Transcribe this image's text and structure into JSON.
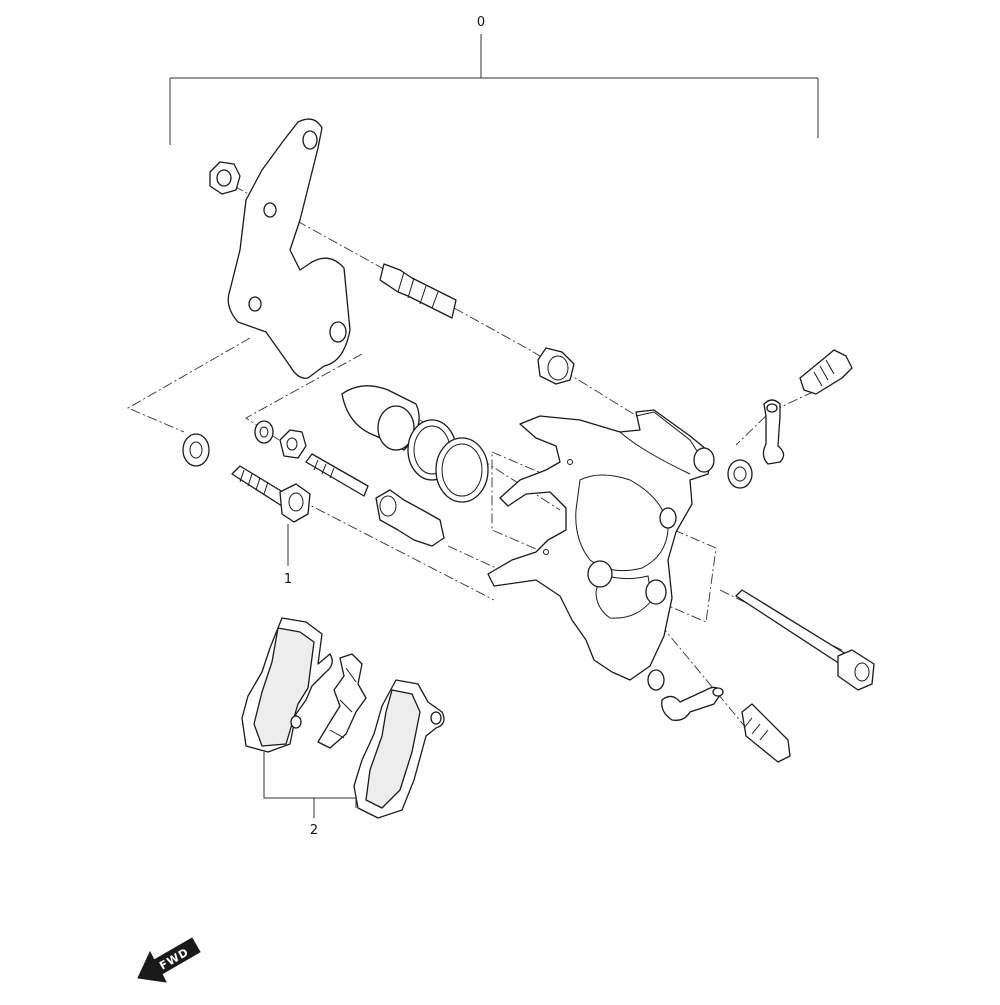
{
  "diagram": {
    "callouts": [
      {
        "id": "assembly",
        "label": "0"
      },
      {
        "id": "bolt",
        "label": "1"
      },
      {
        "id": "pad-set",
        "label": "2"
      }
    ],
    "direction_marker": {
      "label": "FWD",
      "icon": "fwd-arrow-icon"
    },
    "colors": {
      "line": "#1a1a1a",
      "pad_face": "#ededed",
      "marker_fill": "#1a1a1a"
    }
  }
}
